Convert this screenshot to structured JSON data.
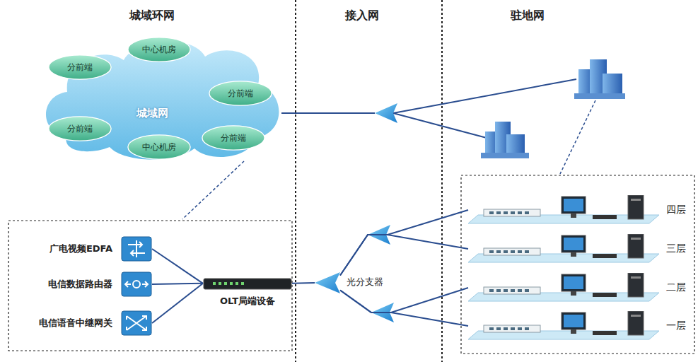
{
  "diagram": {
    "nodes": [
      {
        "text": [
          "城域网"
        ]
      },
      {
        "text": [
          "中心机房"
        ],
        "in": 0
      },
      {
        "text": [
          "分前端"
        ],
        "in": 0
      },
      {
        "text": [
          "分前端"
        ],
        "in": 0
      },
      {
        "text": [
          "分前端"
        ],
        "in": 0
      },
      {
        "text": [
          "分前端"
        ],
        "in": 0
      },
      {
        "text": [
          "中心机房"
        ],
        "in": 0
      },
      {
        "text": [
          "广电视频EDFA"
        ]
      },
      {
        "text": [
          "电信数据路由器"
        ]
      },
      {
        "text": [
          "电信语音中继网关"
        ]
      },
      {
        "text": [
          "OLT局端设备"
        ]
      },
      {
        "text": [
          "光分支器"
        ]
      },
      {
        "text": [
          "四层"
        ]
      },
      {
        "text": [
          "三层"
        ]
      },
      {
        "text": [
          "二层"
        ]
      },
      {
        "text": [
          "一层"
        ]
      }
    ],
    "edges": [
      {
        "from": 7,
        "to": 10,
        "arrow": "none"
      },
      {
        "from": 8,
        "to": 10,
        "arrow": "none"
      },
      {
        "from": 9,
        "to": 10,
        "arrow": "none"
      },
      {
        "from": 10,
        "to": 11,
        "arrow": "none"
      },
      {
        "from": 11,
        "to": 12,
        "arrow": "none"
      },
      {
        "from": 11,
        "to": 13,
        "arrow": "none"
      },
      {
        "from": 11,
        "to": 14,
        "arrow": "none"
      },
      {
        "from": 11,
        "to": 15,
        "arrow": "none"
      }
    ],
    "labels": [
      "城域环网",
      "接入网",
      "驻地网"
    ]
  }
}
